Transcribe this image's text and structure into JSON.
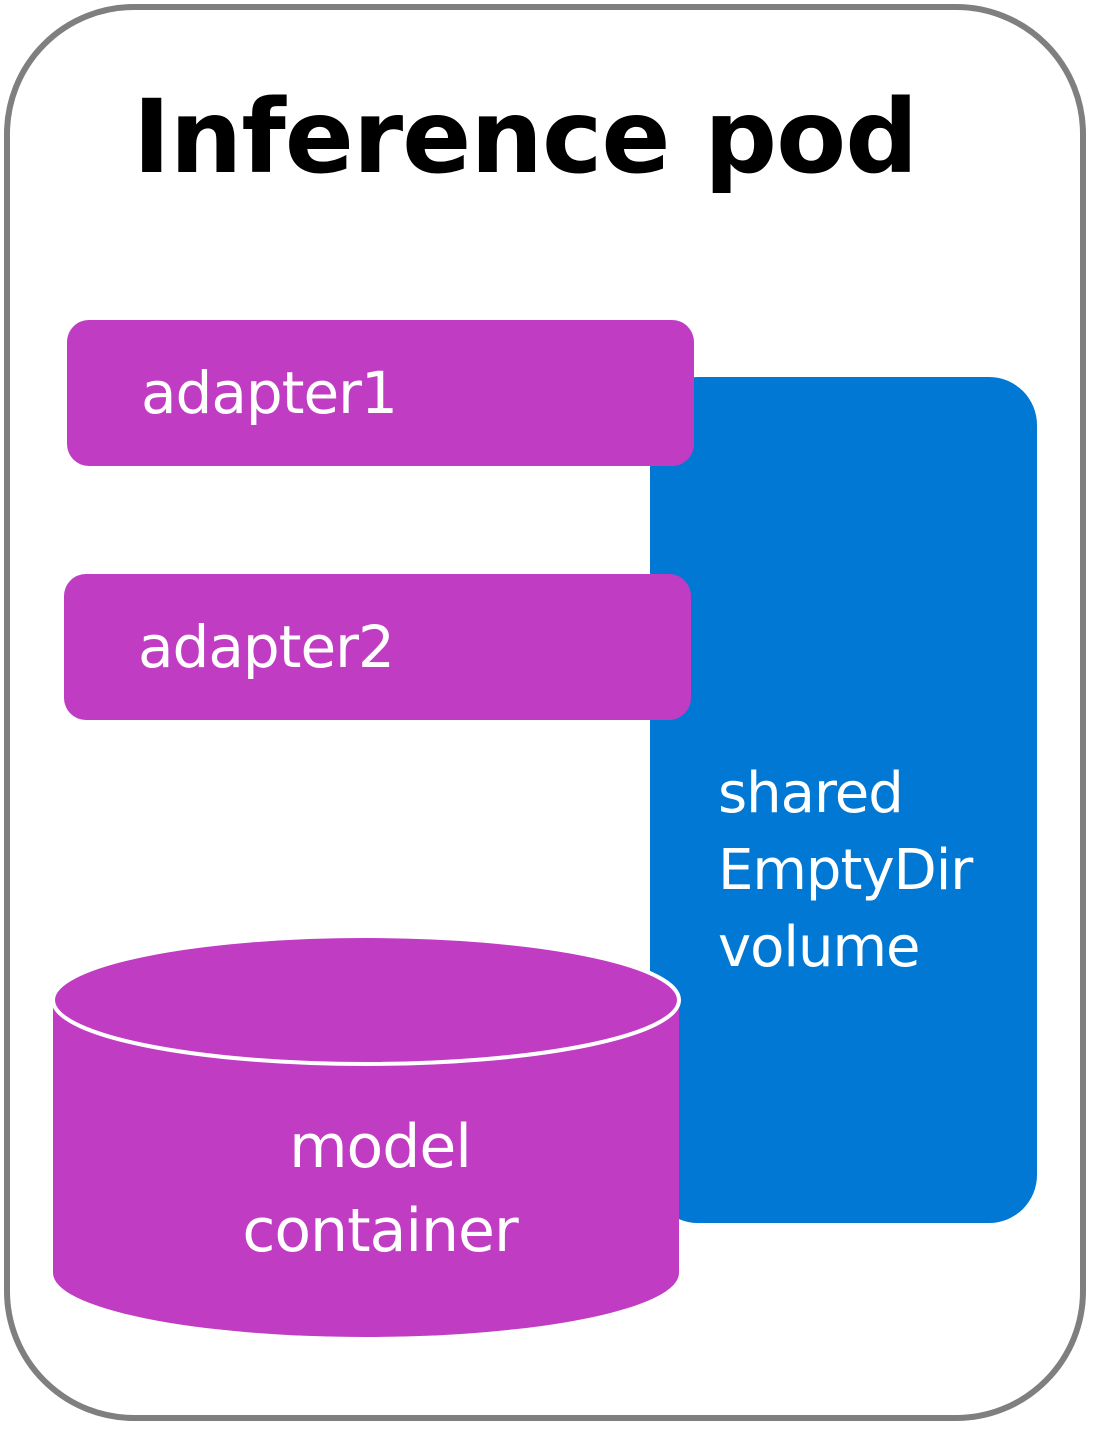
{
  "pod": {
    "title": "Inference pod",
    "border_color": "#7f7f7f"
  },
  "volume": {
    "label_lines": [
      "shared",
      "EmptyDir",
      "volume"
    ],
    "color": "#0078d4"
  },
  "adapters": [
    {
      "label": "adapter1"
    },
    {
      "label": "adapter2"
    }
  ],
  "model_container": {
    "label_lines": [
      "model",
      "container"
    ],
    "color": "#c03cc3",
    "shape": "cylinder"
  },
  "adapter_color": "#c03cc3"
}
